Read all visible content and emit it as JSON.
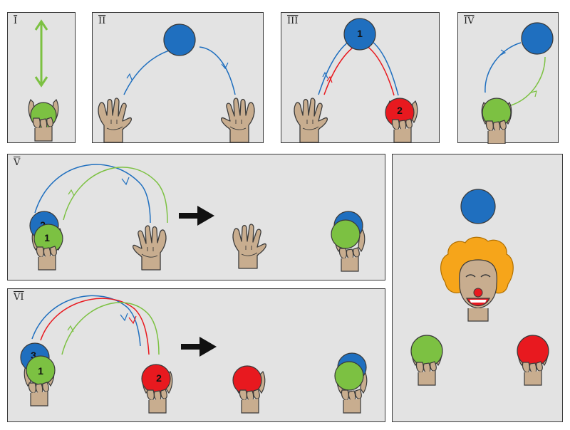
{
  "panels": [
    {
      "id": "I",
      "label": "I"
    },
    {
      "id": "II",
      "label": "II"
    },
    {
      "id": "III",
      "label": "III"
    },
    {
      "id": "IV",
      "label": "IV"
    },
    {
      "id": "V",
      "label": "V"
    },
    {
      "id": "VI",
      "label": "VI"
    },
    {
      "id": "VII",
      "label": ""
    }
  ],
  "ball_labels": {
    "p3_blue": "1",
    "p3_red": "2",
    "p5_blue": "2",
    "p5_green": "1",
    "p6_blue": "3",
    "p6_green": "1",
    "p6_red": "2"
  },
  "colors": {
    "panel_bg": "#e3e3e3",
    "blue_ball": "#1f6fbf",
    "green_ball": "#7cc142",
    "red_ball": "#e8191f",
    "skin": "#c8ad8f",
    "hair": "#f6a51a",
    "arrow": "#111111"
  },
  "icons": [
    "hand-icon",
    "ball-icon",
    "clown-face-icon",
    "right-arrow-icon"
  ]
}
